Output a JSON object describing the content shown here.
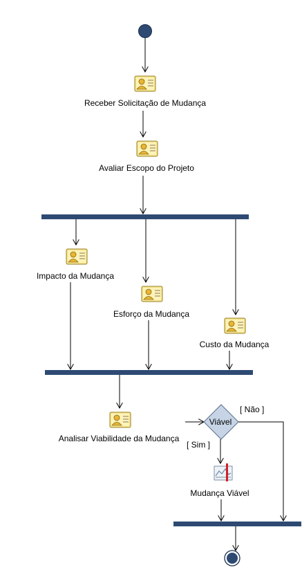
{
  "diagram": {
    "actions": {
      "receber": "Receber Solicitação de Mudança",
      "avaliar": "Avaliar Escopo do Projeto",
      "impacto": "Impacto da Mudança",
      "esforco": "Esforço da Mudança",
      "custo": "Custo da Mudança",
      "analisar": "Analisar Viabilidade da Mudança"
    },
    "decision": {
      "label": "Viável",
      "guard_no": "[ Não ]",
      "guard_yes": "[ Sim ]"
    },
    "object_node": {
      "label": "Mudança Viável"
    }
  },
  "colors": {
    "node_fill": "#2e4a73",
    "decision_fill": "#c6d4e6",
    "decision_stroke": "#5a6f8c",
    "icon_body": "#f6e58a",
    "icon_person": "#e8b533",
    "signal_red": "#d0202a"
  }
}
